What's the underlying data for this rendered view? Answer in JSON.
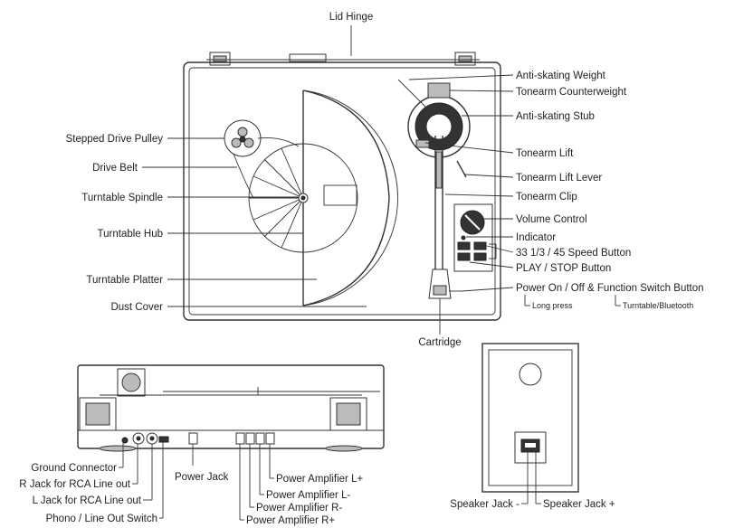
{
  "top_labels": {
    "lid_hinge": "Lid Hinge",
    "anti_skating_weight": "Anti-skating Weight",
    "tonearm_counterweight": "Tonearm Counterweight",
    "anti_skating_stub": "Anti-skating Stub",
    "tonearm_lift": "Tonearm Lift",
    "tonearm_lift_lever": "Tonearm Lift Lever",
    "tonearm_clip": "Tonearm Clip",
    "volume_control": "Volume Control",
    "indicator": "Indicator",
    "speed_button": "33 1/3  / 45 Speed Button",
    "play_stop_button": "PLAY / STOP Button",
    "power_button": "Power On / Off & Function Switch Button",
    "long_press": "Long press",
    "turntable_bluetooth": "Turntable/Bluetooth",
    "cartridge": "Cartridge",
    "stepped_drive_pulley": "Stepped Drive Pulley",
    "drive_belt": "Drive Belt",
    "turntable_spindle": "Turntable Spindle",
    "turntable_hub": "Turntable Hub",
    "turntable_platter": "Turntable Platter",
    "dust_cover": "Dust Cover"
  },
  "rear_labels": {
    "ground_connector": "Ground Connector",
    "r_jack": "R Jack for RCA Line out",
    "l_jack": "L Jack for RCA Line out",
    "phono_switch": "Phono / Line Out Switch",
    "power_jack": "Power Jack",
    "amp_l_plus": "Power Amplifier L+",
    "amp_l_minus": "Power Amplifier L-",
    "amp_r_minus": "Power Amplifier R-",
    "amp_r_plus": "Power Amplifier R+"
  },
  "speaker_labels": {
    "jack_minus": "Speaker Jack -",
    "jack_plus": "Speaker Jack +"
  }
}
